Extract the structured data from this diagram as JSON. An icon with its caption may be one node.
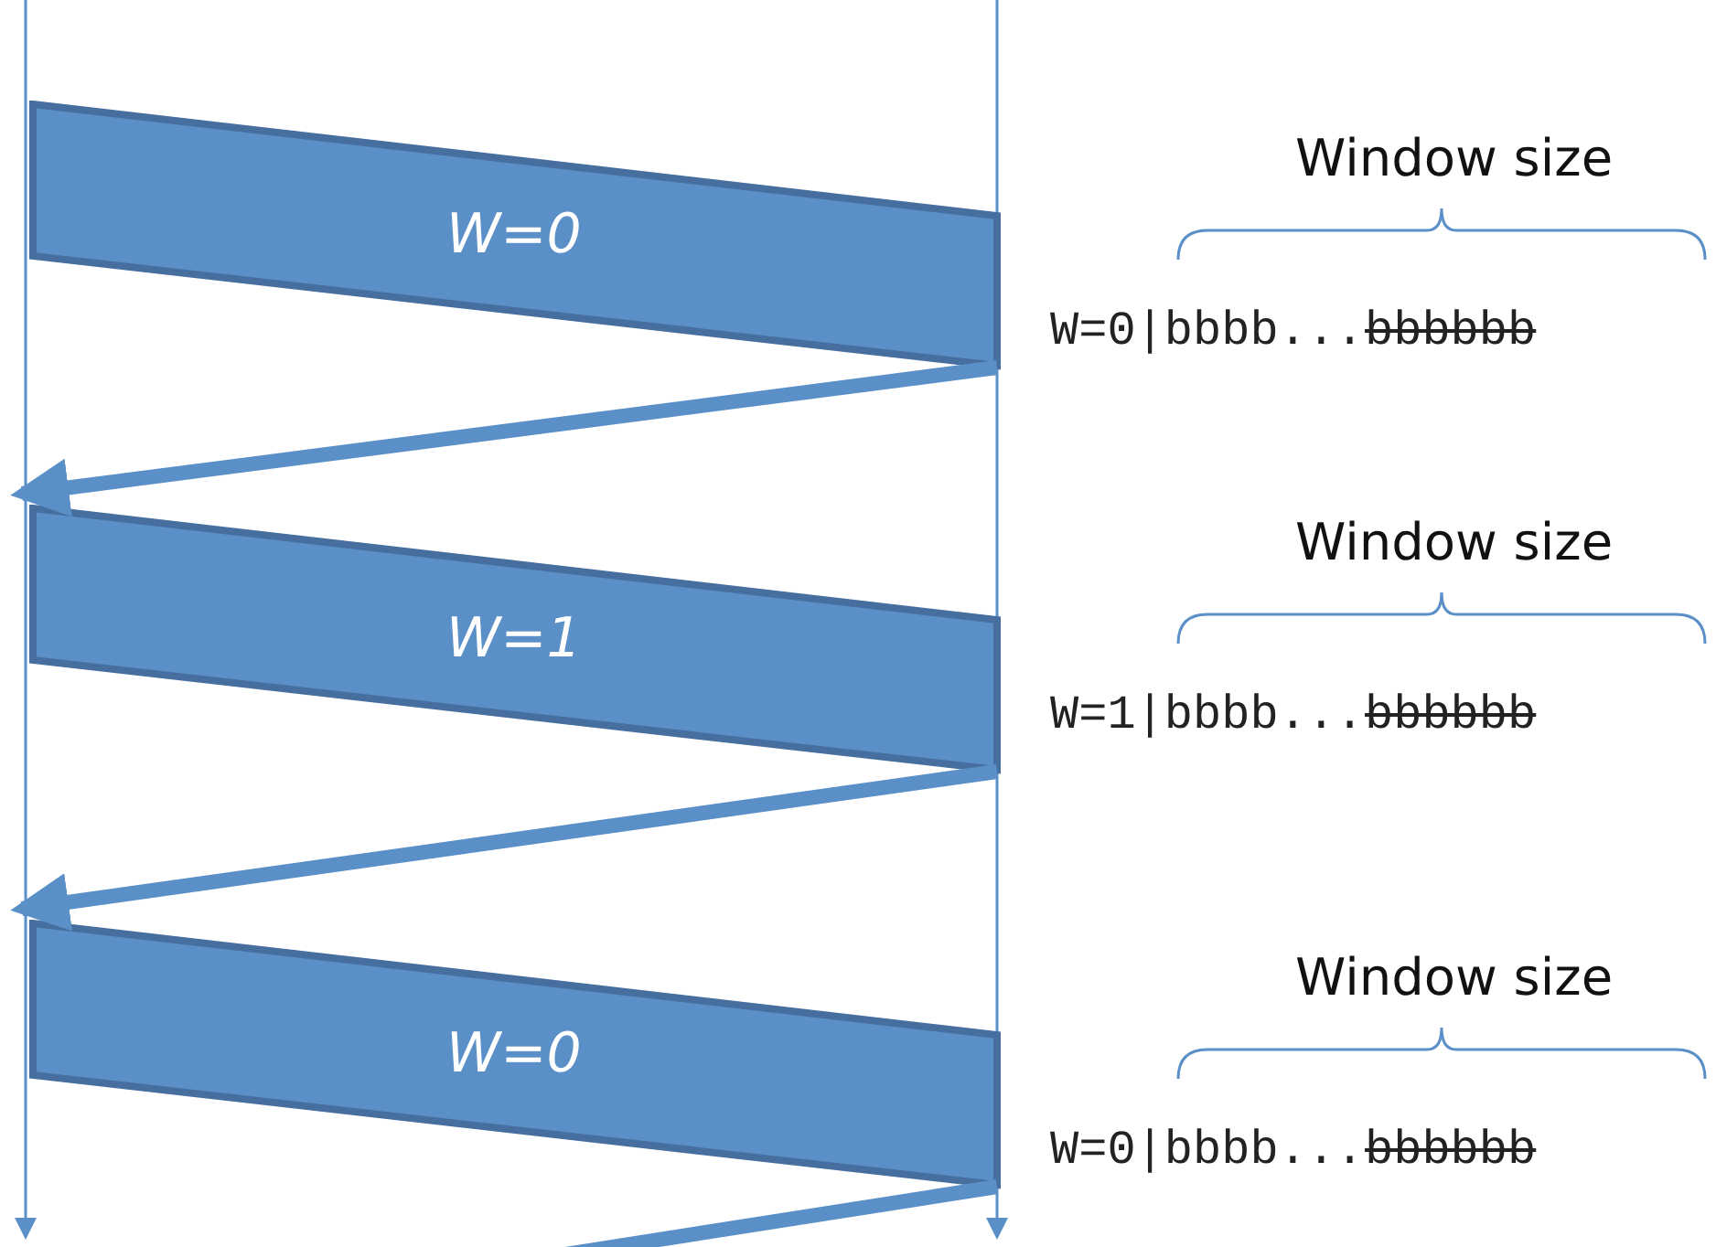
{
  "diagram": {
    "nodes": [
      {
        "text": [
          "W=0"
        ]
      },
      {
        "text": [
          "W=1"
        ]
      },
      {
        "text": [
          "W=0"
        ]
      }
    ],
    "edges": [
      {
        "from": 0,
        "to": 1,
        "arrow": "to"
      },
      {
        "from": 1,
        "to": 2,
        "arrow": "to"
      },
      {
        "from": 2,
        "to": null,
        "arrow": "none"
      }
    ],
    "labels": [
      "Window size",
      "W=0|bbbb...",
      "bbbbbb",
      "Window size",
      "W=1|bbbb...",
      "bbbbbb",
      "Window size",
      "W=0|bbbb...",
      "bbbbbb"
    ]
  }
}
